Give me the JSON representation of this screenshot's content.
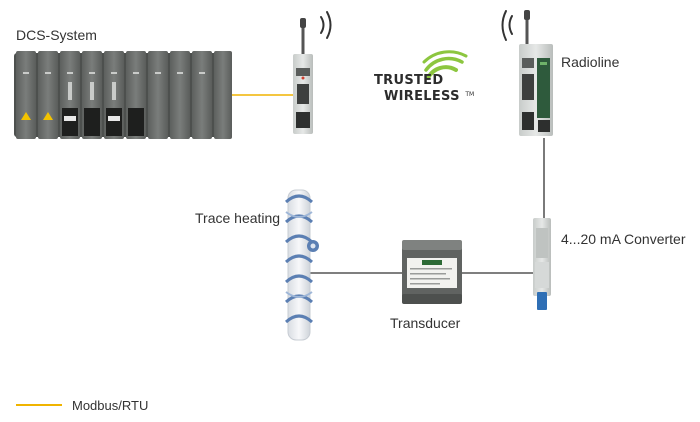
{
  "labels": {
    "dcs_system": "DCS-System",
    "radioline": "Radioline",
    "trace_heating": "Trace heating",
    "converter": "4...20 mA Converter",
    "transducer": "Transducer"
  },
  "logo": {
    "line1": "TRUSTED",
    "line2": "WIRELESS",
    "tm": "TM"
  },
  "legend": {
    "items": [
      {
        "label": "Modbus/RTU",
        "color": "#f0b400"
      }
    ]
  },
  "colors": {
    "modbus_line": "#f0b400",
    "signal_line": "#333333",
    "logo_green": "#8cc63f",
    "device_gray": "#6b6e6c"
  }
}
